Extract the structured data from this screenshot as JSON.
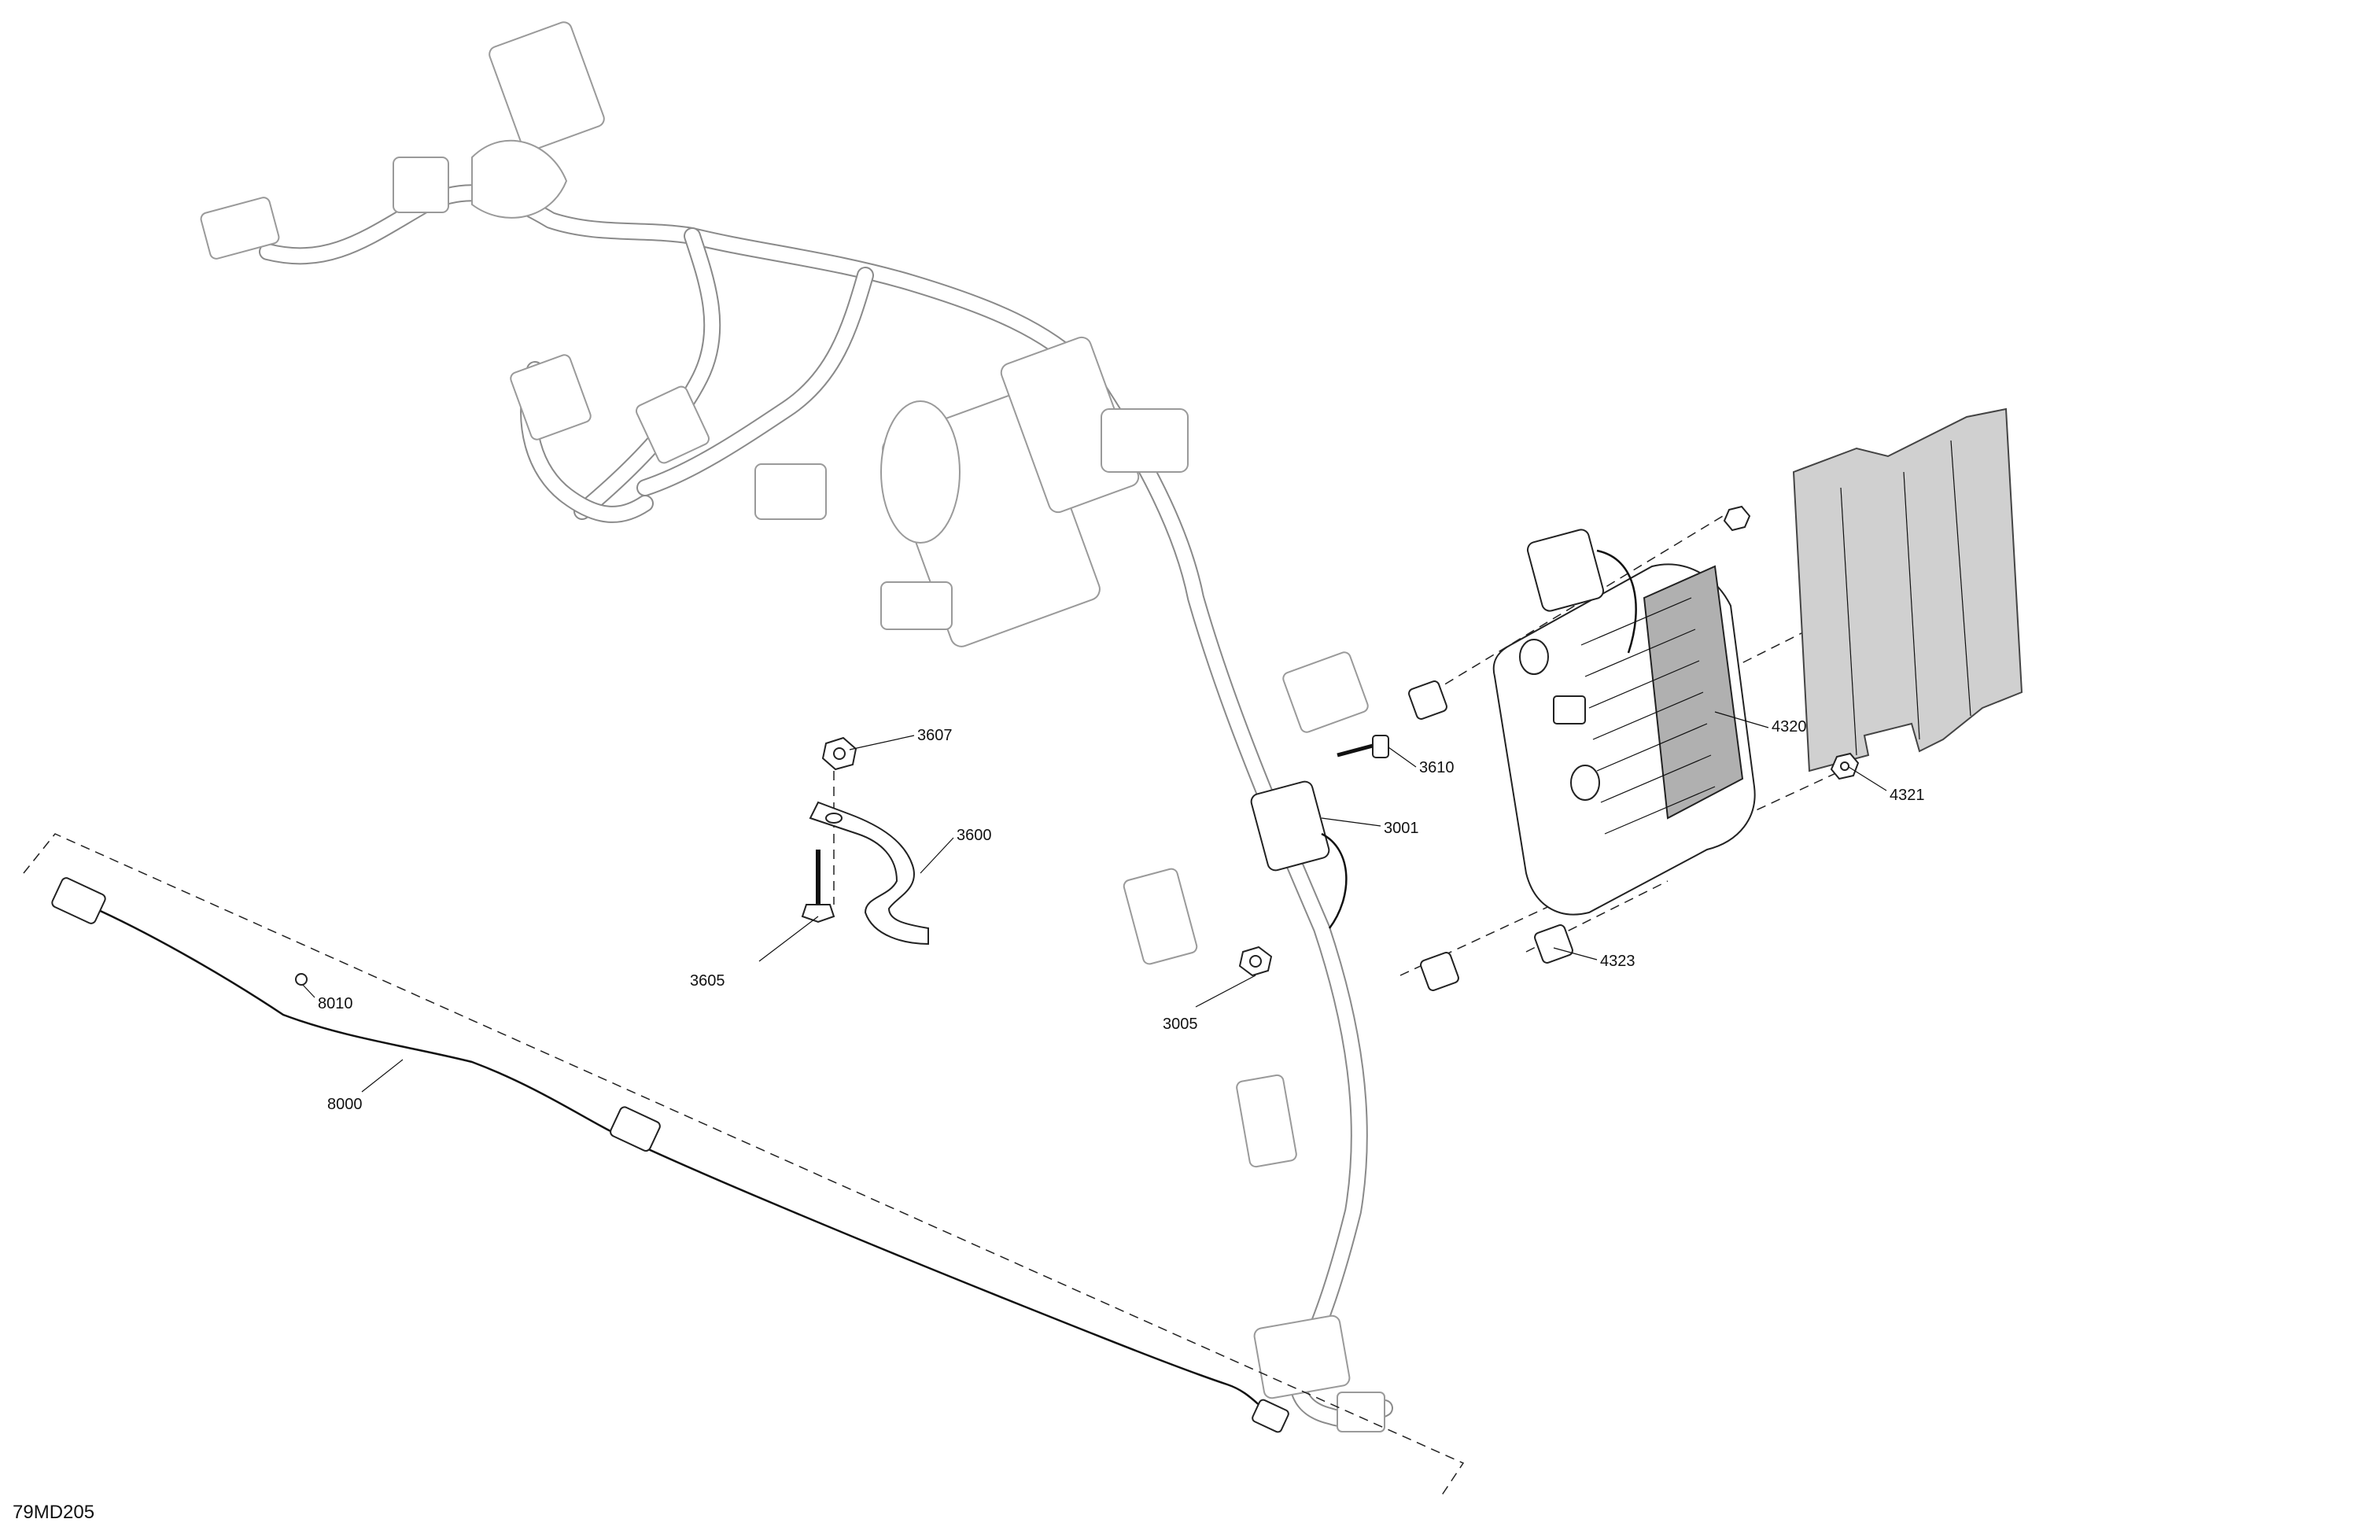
{
  "diagram_ref": "79MD205",
  "callouts": {
    "c3607": "3607",
    "c3610": "3610",
    "c4320": "4320",
    "c4321": "4321",
    "c3600": "3600",
    "c3001": "3001",
    "c3605": "3605",
    "c4323": "4323",
    "c8010": "8010",
    "c3005": "3005",
    "c8000": "8000"
  },
  "colors": {
    "ink": "#111111",
    "background": "#ffffff",
    "shield_fill": "#d0d0d0"
  }
}
